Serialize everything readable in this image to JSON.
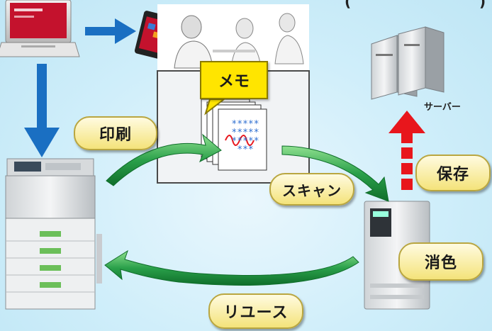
{
  "top_text": "(",
  "top_text_right": ")",
  "labels": {
    "memo": "メモ",
    "print": "印刷",
    "scan": "スキャン",
    "save": "保存",
    "erase": "消色",
    "reuse": "リユース",
    "server": "サーバー"
  },
  "paper_marks": [
    "*****",
    "*****",
    "*****",
    "***"
  ],
  "colors": {
    "blue_arrow": "#1a6fc2",
    "green_arrow": "#2aa04a",
    "red_arrow": "#e8161c",
    "pill_bg": "#f4e37a",
    "memo_bg": "#ffe500"
  },
  "icons": [
    "laptop-icon",
    "tablet-icon",
    "meeting-photo",
    "server-icon",
    "mfp-printer-icon",
    "eraser-machine-icon"
  ]
}
